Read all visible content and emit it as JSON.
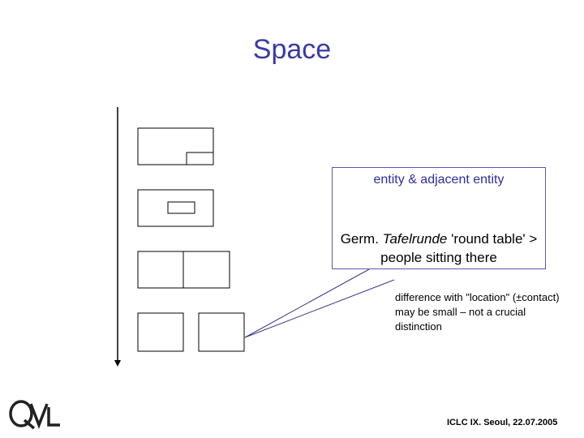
{
  "slide": {
    "title": "Space",
    "callout": {
      "line1": "entity & adjacent entity",
      "line2_prefix": "Germ. ",
      "line2_term": "Tafelrunde",
      "line2_rest": " 'round table' > people sitting there"
    },
    "note": "difference with \"location\" (±contact) may be small – not a crucial distinction",
    "footer": "ICLC IX. Seoul, 22.07.2005",
    "logo_text": "QVL"
  },
  "colors": {
    "title": "#3a3aa8",
    "callout_border": "#5a5aa8",
    "callout_line1": "#2e2e9e"
  }
}
